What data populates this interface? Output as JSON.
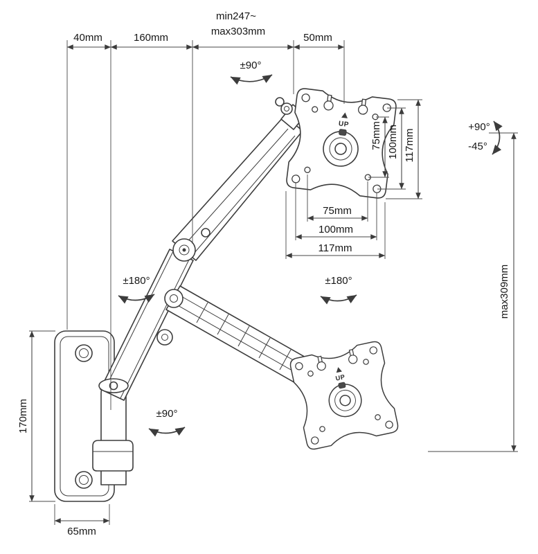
{
  "diagram": {
    "top_dimensions": {
      "d40": "40mm",
      "d160": "160mm",
      "dminmax_line1": "min247~",
      "dminmax_line2": "max303mm",
      "d50": "50mm"
    },
    "vesa_dimensions": {
      "right_75": "75mm",
      "right_100": "100mm",
      "right_117": "117mm",
      "bottom_75": "75mm",
      "bottom_100": "100mm",
      "bottom_117": "117mm"
    },
    "side_dimensions": {
      "max_vertical": "max309mm",
      "bracket_height": "170mm",
      "bracket_width": "65mm"
    },
    "rotation_labels": {
      "head_swivel": "±90°",
      "tilt_up": "+90°",
      "tilt_down": "-45°",
      "elbow_rotation": "±180°",
      "head_rotation": "±180°",
      "base_swivel": "±90°"
    },
    "part_labels": {
      "up_upper": "UP",
      "up_lower": "UP"
    }
  }
}
